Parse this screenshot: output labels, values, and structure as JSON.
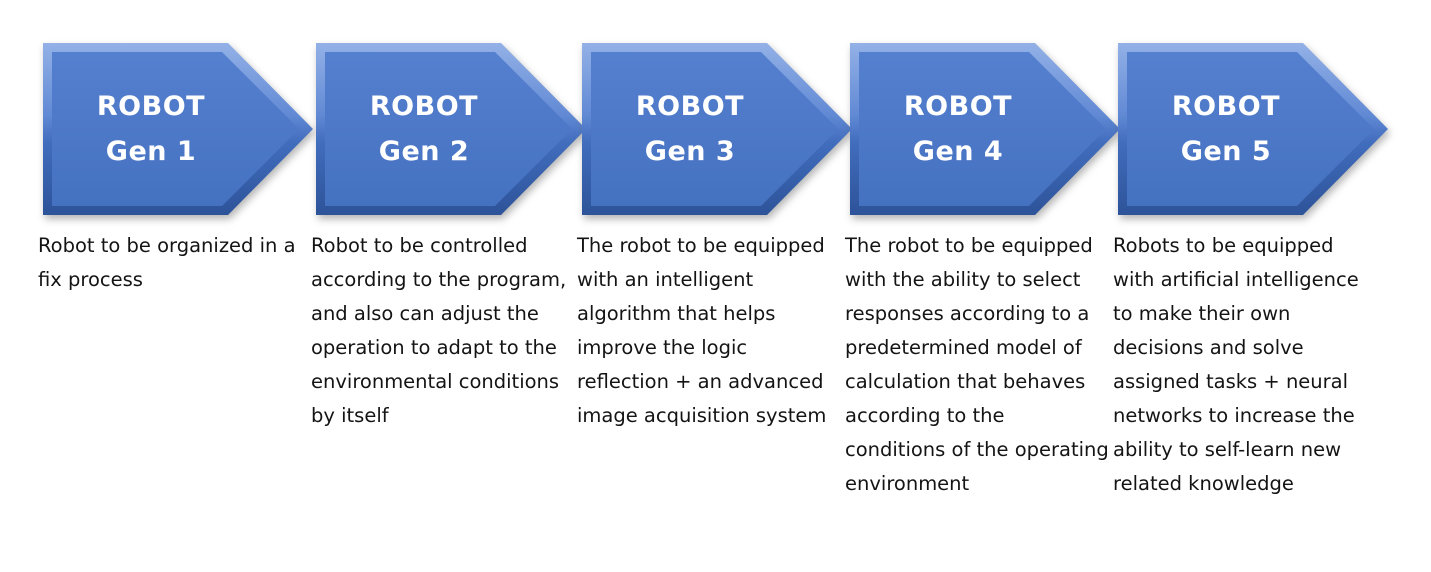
{
  "diagram": {
    "name": "robot-generations-process",
    "colors": {
      "arrow_body": "#4a76c8",
      "arrow_bevel_light": "#93b1e7",
      "arrow_bevel_dark": "#2d5399",
      "title_text": "#ffffff",
      "body_text": "#141414",
      "background": "#ffffff"
    },
    "stages": [
      {
        "title": "ROBOT",
        "subtitle": "Gen 1",
        "description": "Robot to be organized in a fix process"
      },
      {
        "title": "ROBOT",
        "subtitle": "Gen 2",
        "description": "Robot to be controlled according to the program, and also can adjust the operation to adapt to the environmental conditions by itself"
      },
      {
        "title": "ROBOT",
        "subtitle": "Gen 3",
        "description": "The robot to be equipped with an intelligent algorithm that helps improve the logic reflection + an advanced image acquisition system"
      },
      {
        "title": "ROBOT",
        "subtitle": "Gen 4",
        "description": "The robot to be equipped with the ability to select responses according to a predetermined model of calculation that behaves according to the conditions of the operating environment"
      },
      {
        "title": "ROBOT",
        "subtitle": "Gen 5",
        "description": "Robots to be equipped with artificial intelligence to make their own decisions and solve assigned tasks + neural networks to increase the ability to self-learn new related knowledge"
      }
    ]
  }
}
